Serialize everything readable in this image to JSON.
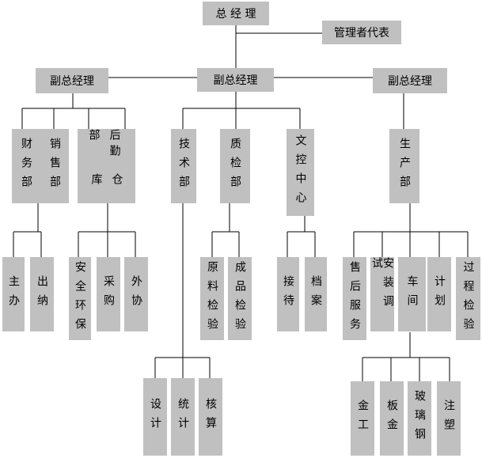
{
  "gm": "总 经 理",
  "mgmt_rep": "管理者代表",
  "vp1": "副总经理",
  "vp2": "副总经理",
  "vp3": "副总经理",
  "finance": "财务部",
  "sales": "销售部",
  "logistics": "后勤部",
  "warehouse": "仓库",
  "tech": "技术部",
  "qc": "质检部",
  "doc_center": "文控中心",
  "production": "生产部",
  "supervisor": "主办",
  "cashier": "出纳",
  "safety": "安全环保",
  "purchasing": "采购",
  "outsourcing": "外协",
  "design": "设计",
  "statistics": "统计",
  "cost": "核算",
  "raw_insp": "原料检验",
  "product_insp": "成品检验",
  "reception": "接待",
  "archives": "档案",
  "after_sales": "售后服务",
  "install": "安装调试",
  "workshop": "车间",
  "planning": "计划",
  "process_insp": "过程检验",
  "metalwork": "金工",
  "sheetmetal": "板金",
  "fiberglass": "玻璃钢",
  "injection": "注塑"
}
